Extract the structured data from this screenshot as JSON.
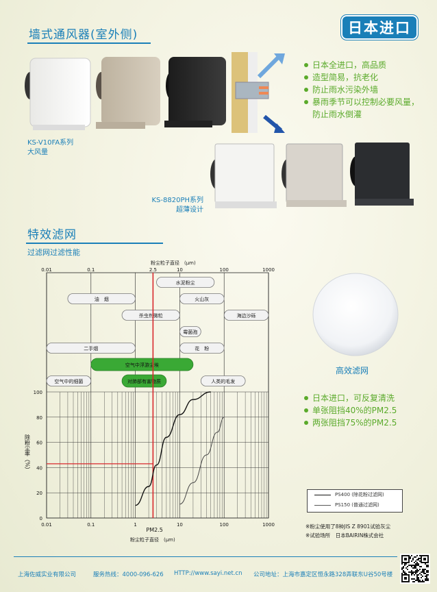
{
  "header": {
    "title": "墙式通风器(室外侧)",
    "badge": "日本进口"
  },
  "products_top": {
    "series_name": "KS-V10FA系列",
    "series_desc": "大风量"
  },
  "products_mid": {
    "series_name": "KS-8820PH系列",
    "series_desc": "超薄设计"
  },
  "features": [
    "日本全进口，高品质",
    "造型简易，抗老化",
    "防止雨水污染外墙",
    "暴雨季节可以控制必要风量，"
  ],
  "features_cont": "防止雨水倒灌",
  "filter_section": {
    "title": "特效滤网",
    "subtitle": "过滤网过滤性能"
  },
  "filter_image_label": "高效滤网",
  "filter_features": [
    "日本进口，可反复清洗",
    "单张阻挡40%的PM2.5",
    "两张阻挡75%的PM2.5"
  ],
  "notes": [
    "※粉尘使用了8种JIS Z 8901试验灰尘",
    "※试验场所　日本BAIRIN株式会社"
  ],
  "footer": {
    "company": "上海佐威实业有限公司",
    "hotline": "服务热线：4000-096-626",
    "website": "HTTP://www.sayi.net.cn",
    "address": "公司地址：上海市嘉定区恒永路328弄联东U谷50号楼"
  },
  "colors": {
    "brand_blue": "#1a7fb8",
    "feature_green": "#5aaa2a",
    "pm25_red": "#d8262b",
    "bubble_green": "#3aa935"
  },
  "chart_data": {
    "type": "line",
    "x_scale": "log",
    "xlim": [
      0.01,
      1000
    ],
    "ylim": [
      0,
      100
    ],
    "x_tick_labels": [
      "0.01",
      "0.1",
      "2.5",
      "10",
      "100",
      "1000"
    ],
    "x_tick_labels_bottom": [
      "0.01",
      "0.1",
      "1",
      "10",
      "100",
      "1000"
    ],
    "y_ticks": [
      "0",
      "20",
      "40",
      "60",
      "80",
      "100"
    ],
    "top_axis_label": "粉尘粒子直径　(μm)",
    "bottom_axis_label": "粉尘粒子直径　(μm)",
    "ylabel": "除粉尘率（%）",
    "pm25_marker": {
      "x": 2.5,
      "label": "PM2.5"
    },
    "pm25_level_value": 43,
    "particles": [
      {
        "label": "水泥粉尘",
        "x_start": 3,
        "x_end": 60,
        "style": "grey"
      },
      {
        "label": "油　烟",
        "x_start": 0.03,
        "x_end": 1,
        "style": "grey"
      },
      {
        "label": "火山灰",
        "x_start": 10,
        "x_end": 100,
        "style": "grey"
      },
      {
        "label": "杀虫剂微粒",
        "x_start": 0.5,
        "x_end": 10,
        "style": "grey"
      },
      {
        "label": "海边沙砾",
        "x_start": 100,
        "x_end": 1000,
        "style": "grey"
      },
      {
        "label": "霉菌孢",
        "x_start": 10,
        "x_end": 30,
        "style": "grey"
      },
      {
        "label": "二手烟",
        "x_start": 0.01,
        "x_end": 1,
        "style": "grey"
      },
      {
        "label": "花　粉",
        "x_start": 10,
        "x_end": 100,
        "style": "grey"
      },
      {
        "label": "空气中浮游尘埃",
        "x_start": 0.1,
        "x_end": 20,
        "style": "green"
      },
      {
        "label": "空气中的细菌",
        "x_start": 0.01,
        "x_end": 0.1,
        "style": "grey"
      },
      {
        "label": "对肺部有害物质",
        "x_start": 0.5,
        "x_end": 5,
        "style": "green"
      },
      {
        "label": "人类的毛发",
        "x_start": 30,
        "x_end": 300,
        "style": "grey"
      }
    ],
    "series": [
      {
        "name": "PS400 (除花粉过滤网)",
        "x": [
          1,
          2,
          3,
          5,
          10,
          20,
          50
        ],
        "values": [
          10,
          25,
          42,
          64,
          82,
          94,
          100
        ]
      },
      {
        "name": "PS150 (普通过滤网)",
        "x": [
          10,
          20,
          40,
          70,
          100
        ],
        "values": [
          11,
          28,
          50,
          68,
          80
        ]
      }
    ]
  }
}
